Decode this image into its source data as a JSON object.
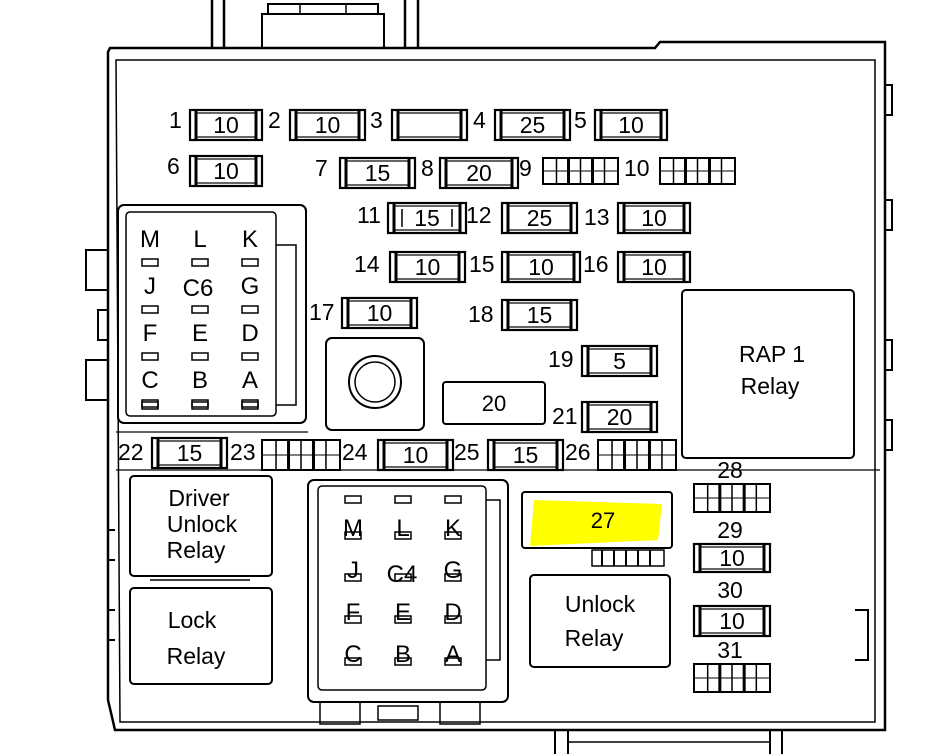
{
  "fuses": [
    {
      "num": "1",
      "rating": "10",
      "style": "rated"
    },
    {
      "num": "2",
      "rating": "10",
      "style": "rated"
    },
    {
      "num": "3",
      "rating": "",
      "style": "blank"
    },
    {
      "num": "4",
      "rating": "25",
      "style": "rated"
    },
    {
      "num": "5",
      "rating": "10",
      "style": "rated"
    },
    {
      "num": "6",
      "rating": "10",
      "style": "rated"
    },
    {
      "num": "7",
      "rating": "15",
      "style": "rated"
    },
    {
      "num": "8",
      "rating": "20",
      "style": "rated"
    },
    {
      "num": "9",
      "rating": "",
      "style": "diode"
    },
    {
      "num": "10",
      "rating": "",
      "style": "diode"
    },
    {
      "num": "11",
      "rating": "15",
      "style": "maxi"
    },
    {
      "num": "12",
      "rating": "25",
      "style": "rated"
    },
    {
      "num": "13",
      "rating": "10",
      "style": "rated"
    },
    {
      "num": "14",
      "rating": "10",
      "style": "rated"
    },
    {
      "num": "15",
      "rating": "10",
      "style": "rated"
    },
    {
      "num": "16",
      "rating": "10",
      "style": "rated"
    },
    {
      "num": "17",
      "rating": "10",
      "style": "rated"
    },
    {
      "num": "18",
      "rating": "15",
      "style": "rated"
    },
    {
      "num": "19",
      "rating": "5",
      "style": "rated"
    },
    {
      "num": "20",
      "rating": "20",
      "style": "cartridge"
    },
    {
      "num": "21",
      "rating": "20",
      "style": "rated"
    },
    {
      "num": "22",
      "rating": "15",
      "style": "rated"
    },
    {
      "num": "23",
      "rating": "",
      "style": "diode"
    },
    {
      "num": "24",
      "rating": "10",
      "style": "rated"
    },
    {
      "num": "25",
      "rating": "15",
      "style": "rated"
    },
    {
      "num": "26",
      "rating": "",
      "style": "diode"
    },
    {
      "num": "27",
      "rating": "27",
      "style": "highlighted"
    },
    {
      "num": "28",
      "rating": "",
      "style": "diode"
    },
    {
      "num": "29",
      "rating": "10",
      "style": "rated"
    },
    {
      "num": "30",
      "rating": "10",
      "style": "rated"
    },
    {
      "num": "31",
      "rating": "",
      "style": "diode"
    }
  ],
  "relays": [
    {
      "lines": [
        "RAP 1",
        "Relay"
      ]
    },
    {
      "lines": [
        "Driver",
        "Unlock",
        "Relay"
      ]
    },
    {
      "lines": [
        "Lock",
        "Relay"
      ]
    },
    {
      "lines": [
        "Unlock",
        "Relay"
      ]
    }
  ],
  "connectors": [
    {
      "name": "C6",
      "rows": [
        [
          "M",
          "L",
          "K"
        ],
        [
          "J",
          "",
          "G"
        ],
        [
          "F",
          "E",
          "D"
        ],
        [
          "C",
          "B",
          "A"
        ]
      ]
    },
    {
      "name": "C4",
      "rows": [
        [
          "M",
          "L",
          "K"
        ],
        [
          "J",
          "",
          "G"
        ],
        [
          "F",
          "E",
          "D"
        ],
        [
          "C",
          "B",
          "A"
        ]
      ]
    }
  ],
  "highlight_color": "#ffff00"
}
